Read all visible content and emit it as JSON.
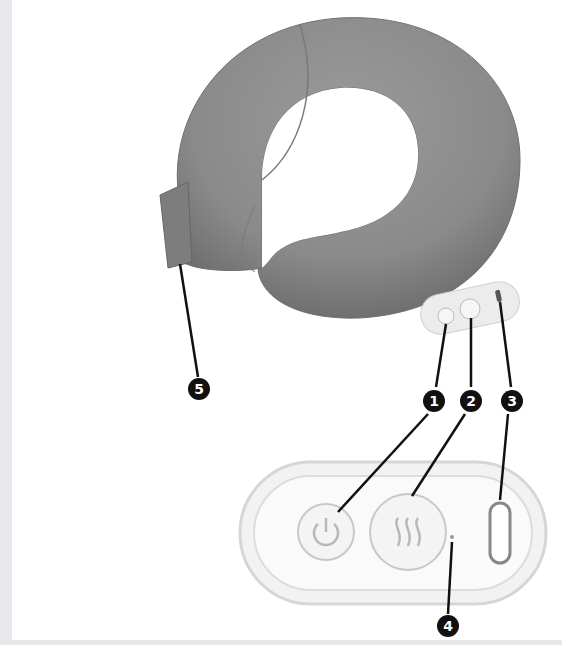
{
  "diagram": {
    "labels": [
      "5",
      "1",
      "2",
      "3",
      "4"
    ]
  }
}
